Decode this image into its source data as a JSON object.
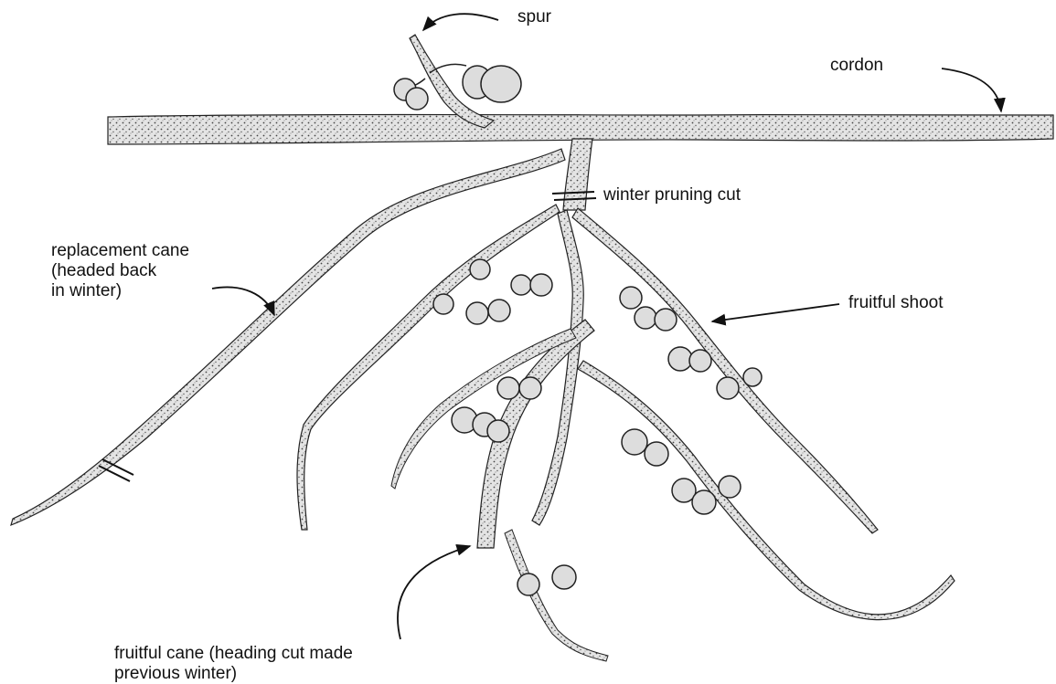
{
  "labels": {
    "spur": "spur",
    "cordon": "cordon",
    "winter_pruning_cut": "winter pruning cut",
    "replacement_cane": [
      "replacement cane",
      "(headed back",
      "in winter)"
    ],
    "fruitful_shoot": "fruitful shoot",
    "fruitful_cane": [
      "fruitful cane (heading cut made",
      "previous winter)"
    ]
  },
  "colors": {
    "ink": "#111111",
    "stipple": "#555555",
    "fill": "#e6e6e6"
  }
}
